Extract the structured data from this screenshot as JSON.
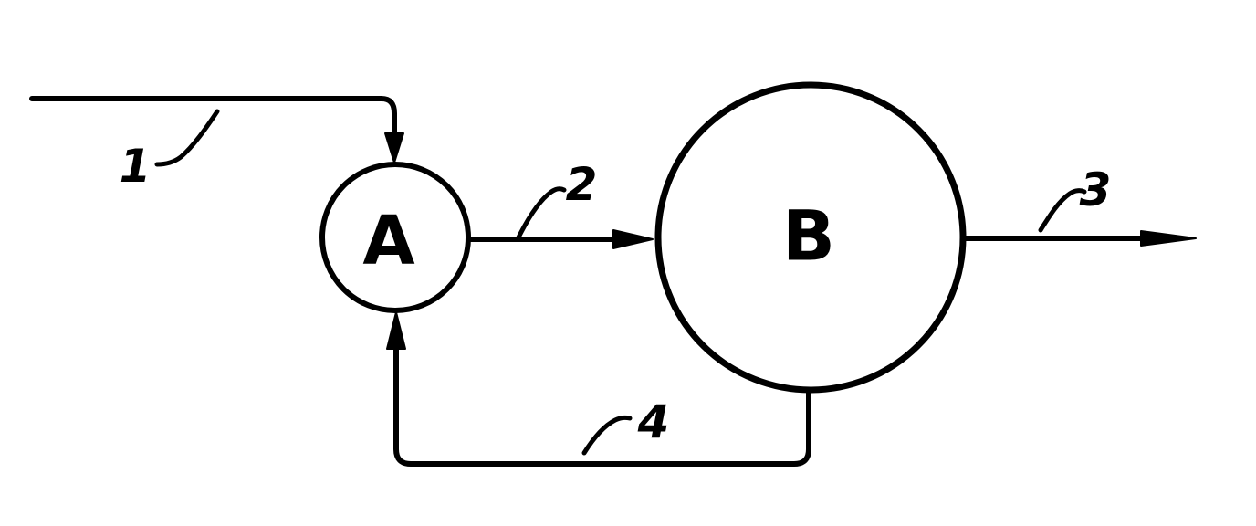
{
  "nodes": {
    "a": {
      "label": "A"
    },
    "b": {
      "label": "B"
    }
  },
  "streams": {
    "s1": {
      "label": "1"
    },
    "s2": {
      "label": "2"
    },
    "s3": {
      "label": "3"
    },
    "s4": {
      "label": "4"
    }
  }
}
